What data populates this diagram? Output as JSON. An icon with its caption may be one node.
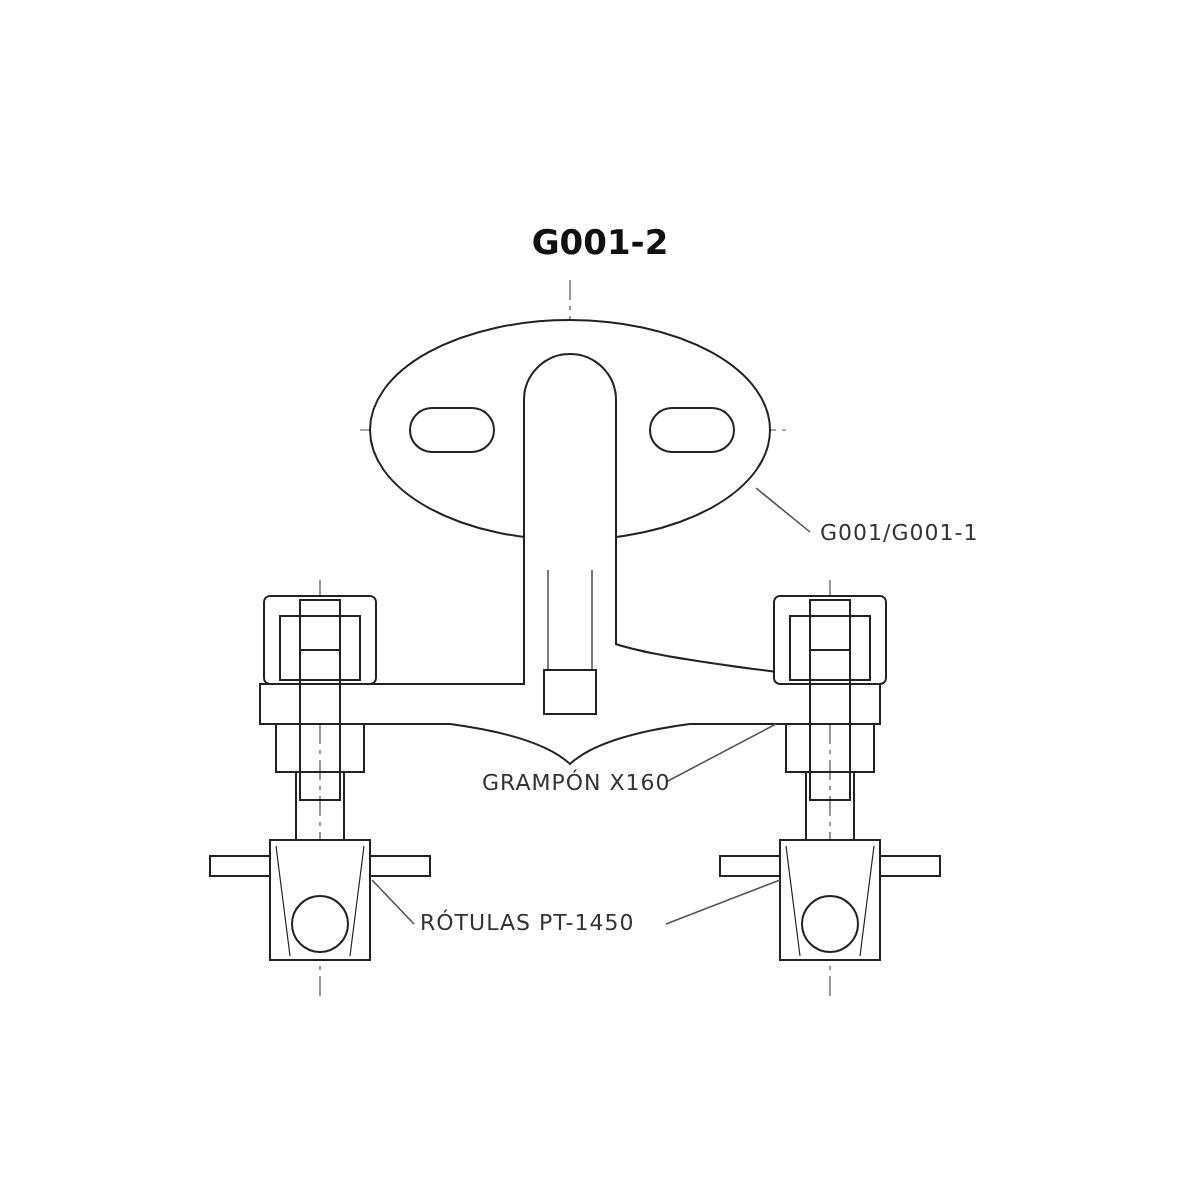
{
  "diagram": {
    "title": "G001-2",
    "nodes": [
      {
        "text": [
          "G001/G001-1"
        ]
      },
      {
        "text": [],
        "shape": "picture"
      },
      {
        "text": [
          "GRAMPÓN X160"
        ]
      },
      {
        "text": [],
        "shape": "picture"
      },
      {
        "text": [
          "RÓTULAS PT-1450"
        ]
      },
      {
        "text": [],
        "shape": "picture"
      },
      {
        "text": [],
        "shape": "picture"
      }
    ],
    "edges": [
      {
        "from": 0,
        "to": 1,
        "arrow": "none"
      },
      {
        "from": 2,
        "to": 3,
        "arrow": "none"
      },
      {
        "from": 4,
        "to": 5,
        "arrow": "none"
      },
      {
        "from": 4,
        "to": 6,
        "arrow": "none"
      }
    ]
  }
}
